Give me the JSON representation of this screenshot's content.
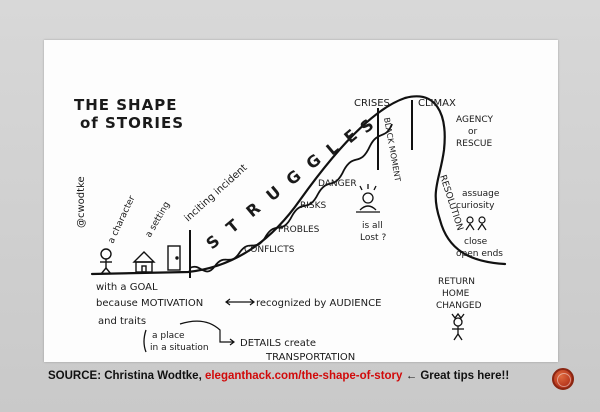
{
  "sketch": {
    "title_line1": "THE SHAPE",
    "title_line2": "of STORIES",
    "author_tag": "@cwodtke",
    "character": "a character",
    "setting": "a setting",
    "inciting": "inciting incident",
    "struggles": [
      "S",
      "T",
      "R",
      "U",
      "G",
      "G",
      "L",
      "E",
      "S"
    ],
    "danger": "DANGER",
    "risks": "RISKS",
    "problems": "PROBLES",
    "conflicts": "CONFLICTS",
    "black_moment": "BLACK MOMENT",
    "all_lost_1": "is all",
    "all_lost_2": "Lost ?",
    "crises": "CRISES",
    "climax": "CLIMAX",
    "agency_1": "AGENCY",
    "agency_2": "or",
    "agency_3": "RESCUE",
    "resolution": "RESOLUTION",
    "assuage_1": "assuage",
    "assuage_2": "curiosity",
    "close_1": "close",
    "close_2": "open ends",
    "return_1": "RETURN",
    "return_2": "HOME",
    "return_3": "CHANGED",
    "goal": "with a GOAL",
    "because": "because MOTIVATION",
    "recognized": "recognized by AUDIENCE",
    "traits": "and traits",
    "place_1": "a place",
    "place_2": "in a situation",
    "details_1": "DETAILS create",
    "details_2": "TRANSPORTATION"
  },
  "caption": {
    "prefix": "SOURCE: Christina Wodtke, ",
    "link": "eleganthack.com/the-shape-of-story",
    "suffix": "  ← Great tips here!!"
  },
  "colors": {
    "link": "#d10a0a",
    "nav_button": "#c0401f"
  },
  "icons": {
    "nav": "circle-button-icon"
  }
}
